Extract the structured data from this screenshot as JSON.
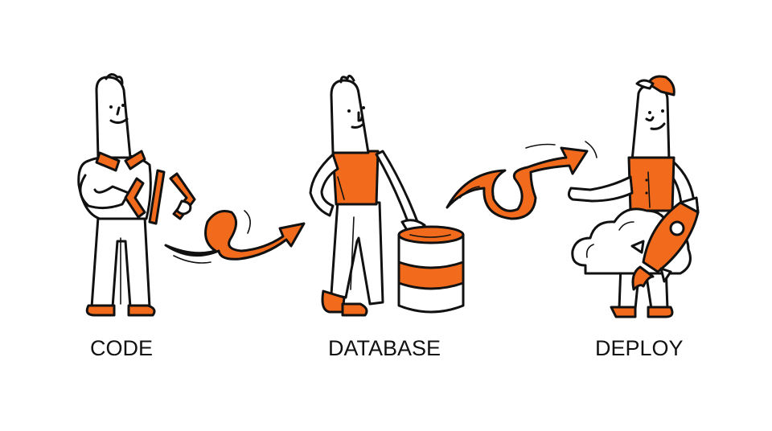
{
  "colors": {
    "accent": "#F26B1D",
    "ink": "#111111",
    "background": "#FFFFFF"
  },
  "steps": [
    {
      "id": "code",
      "label": "CODE",
      "character": "developer holding </> code symbol"
    },
    {
      "id": "database",
      "label": "DATABASE",
      "character": "person leaning on database cylinder"
    },
    {
      "id": "deploy",
      "label": "DEPLOY",
      "character": "person with cap, cloud and rocket"
    }
  ],
  "connectors": [
    {
      "from": "code",
      "to": "database",
      "icon": "loop-arrow-icon"
    },
    {
      "from": "database",
      "to": "deploy",
      "icon": "loop-arrow-icon"
    }
  ]
}
